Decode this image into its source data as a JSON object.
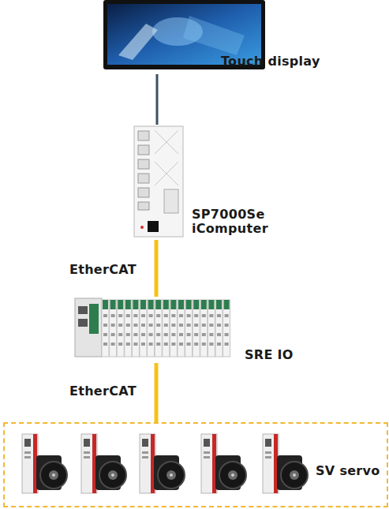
{
  "diagram": {
    "nodes": [
      {
        "text": [
          "Touch display"
        ]
      },
      {
        "text": [
          "SP7000Se iComputer"
        ]
      },
      {
        "text": [
          "SRE IO"
        ]
      },
      {
        "text": [
          "SV servo"
        ]
      }
    ],
    "edges": [
      {
        "from": 0,
        "to": 1,
        "arrow": "none"
      },
      {
        "from": 1,
        "to": 2,
        "label": "EtherCAT",
        "arrow": "none"
      },
      {
        "from": 2,
        "to": 3,
        "label": "EtherCAT",
        "arrow": "none"
      }
    ]
  }
}
